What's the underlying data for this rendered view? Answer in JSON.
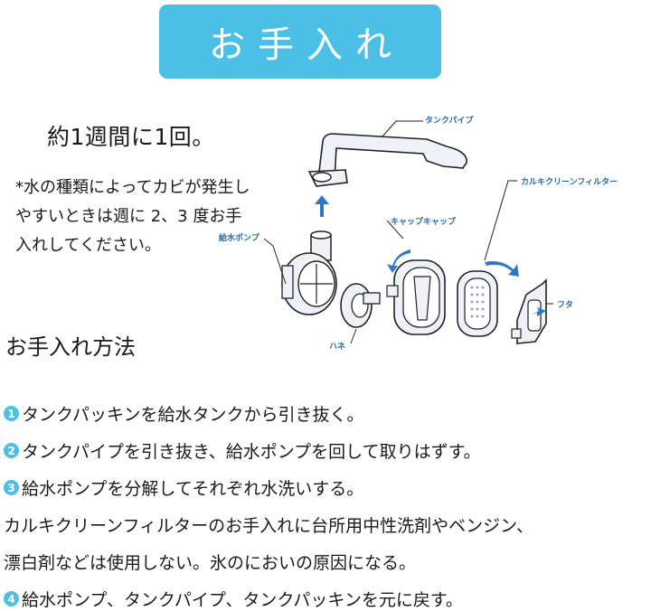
{
  "title": "お手入れ",
  "frequency": "約1週間に1回。",
  "note_lines": [
    "*水の種類によってカビが発生し",
    "やすいときは週に 2、3 度お手",
    "入れしてください。"
  ],
  "diagram_labels": {
    "tank_pipe": "タンクパイプ",
    "calcium_filter": "カルキクリーンフィルター",
    "cap_cap": "キャップキャップ",
    "pump": "給水ポンプ",
    "lid": "フタ",
    "impeller": "ハネ"
  },
  "section_heading": "お手入れ方法",
  "steps": [
    {
      "num": "1",
      "text": "タンクパッキンを給水タンクから引き抜く。"
    },
    {
      "num": "2",
      "text": "タンクパイプを引き抜き、給水ポンプを回して取りはずす。"
    },
    {
      "num": "3",
      "text": "給水ポンプを分解してそれぞれ水洗いする。"
    },
    {
      "num": "",
      "text": "カルキクリーンフィルターのお手入れに台所用中性洗剤やベンジン、"
    },
    {
      "num": "",
      "text": "漂白剤などは使用しない。氷のにおいの原因になる。"
    },
    {
      "num": "4",
      "text": "給水ポンプ、タンクパイプ、タンクパッキンを元に戻す。"
    }
  ],
  "colors": {
    "accent": "#4bbfe6",
    "label_blue": "#2a6aa8",
    "arrow_blue": "#2f77c4",
    "part_fill": "#eef2f8",
    "outline": "#222222"
  }
}
